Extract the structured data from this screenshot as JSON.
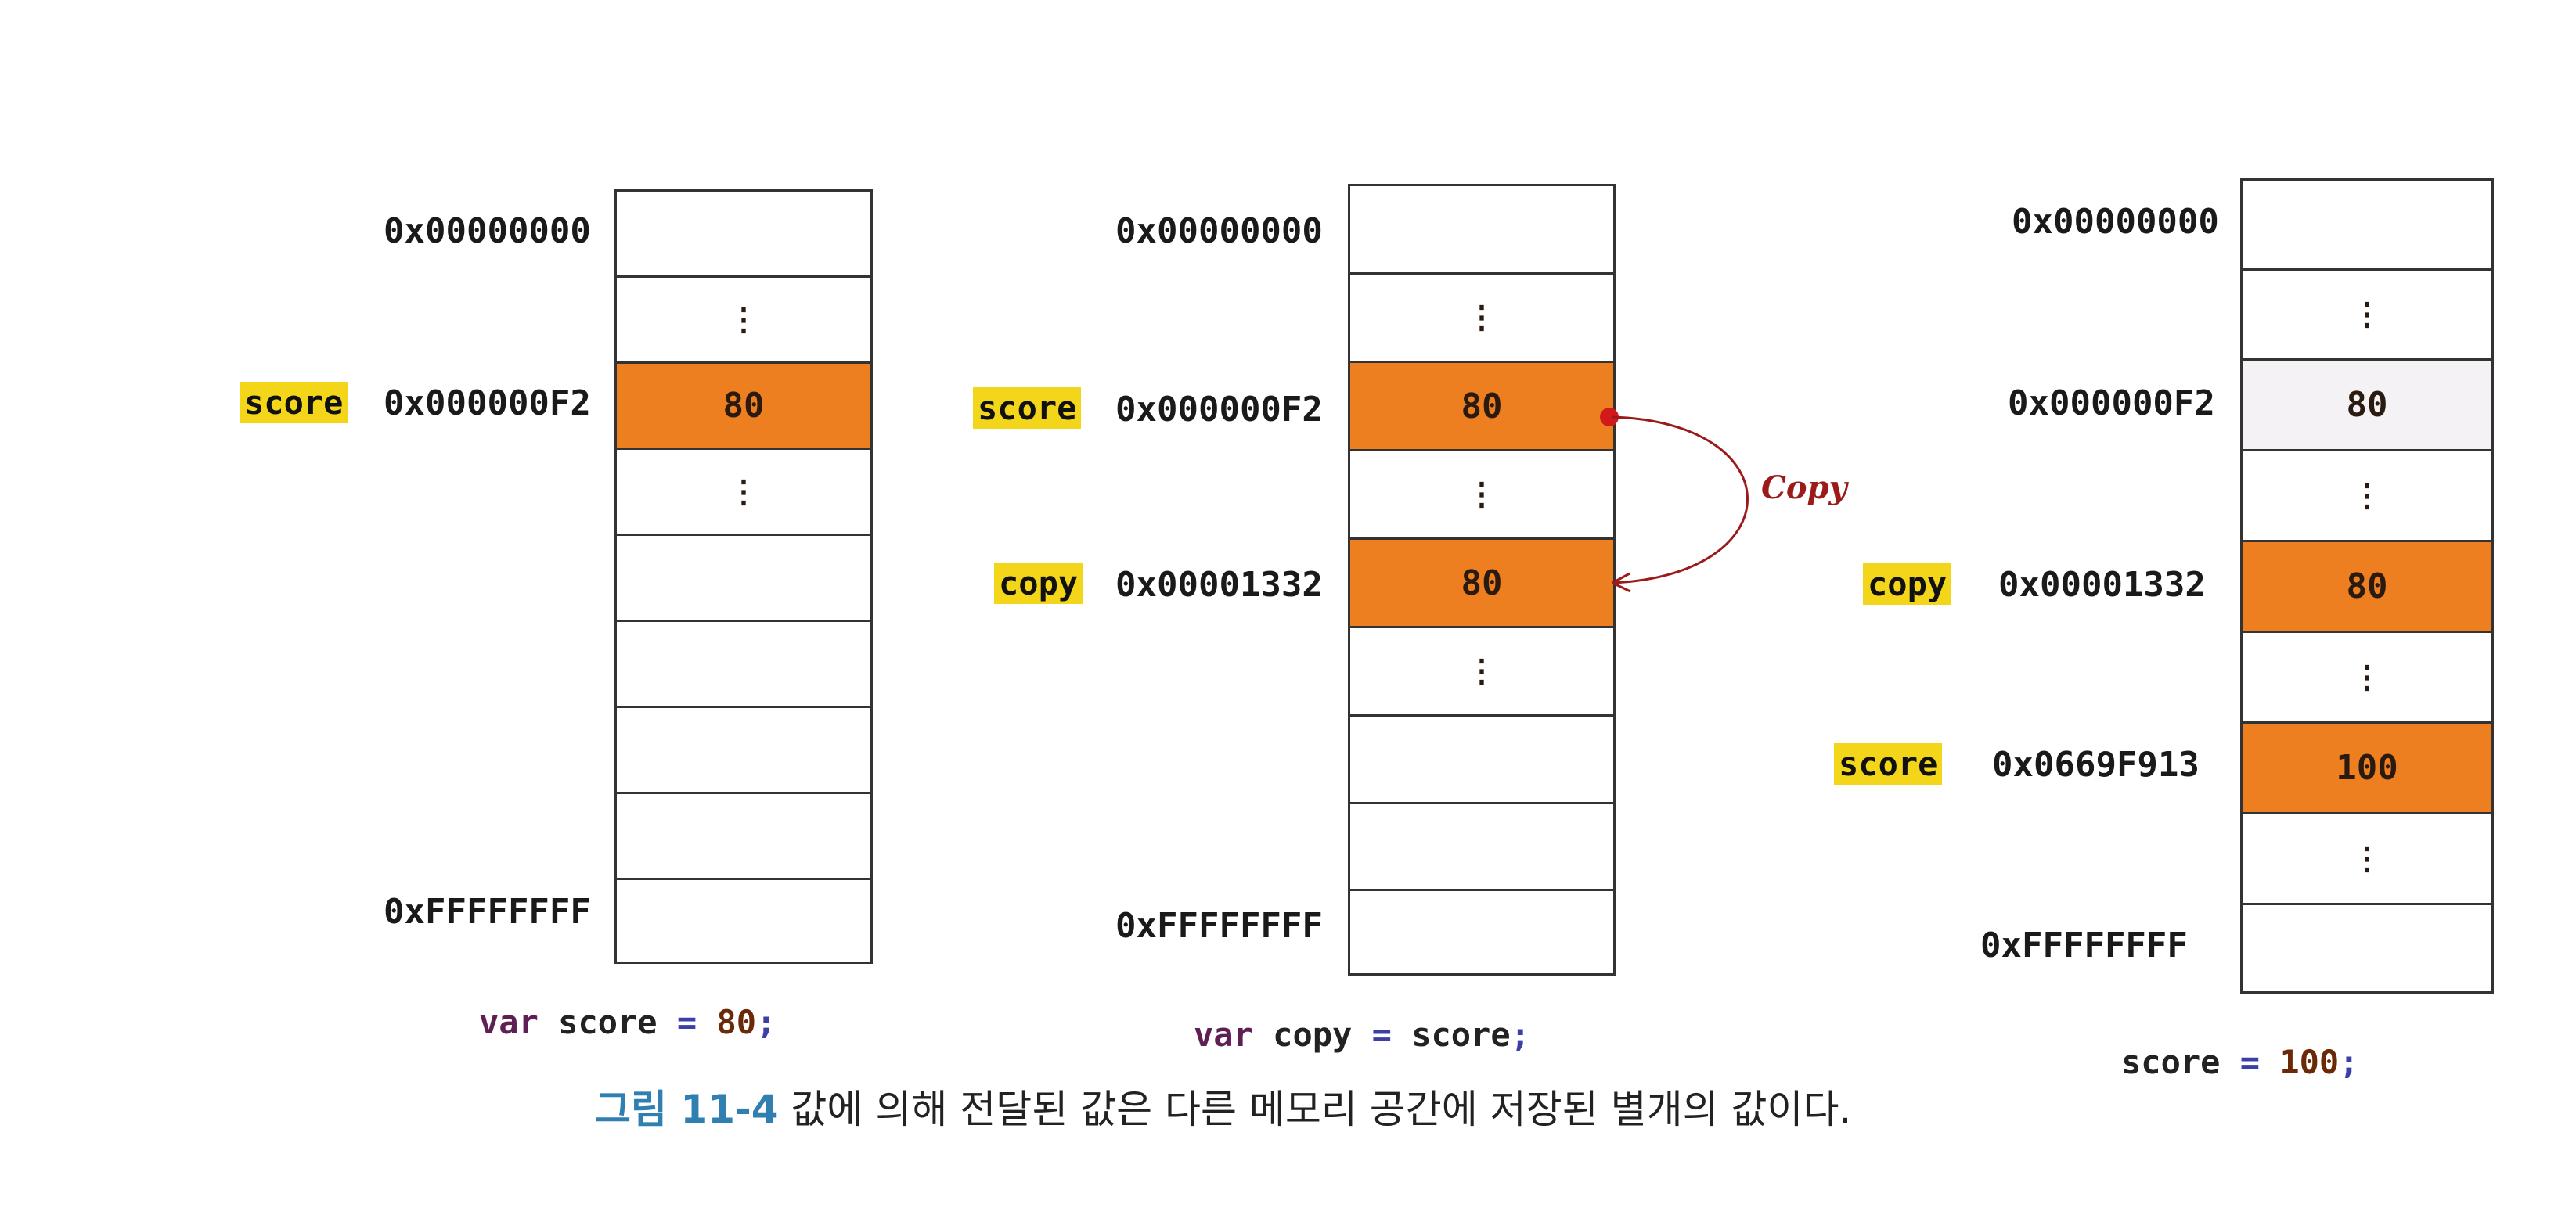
{
  "panel1": {
    "addr_top": "0x00000000",
    "addr_score": "0x000000F2",
    "addr_bottom": "0xFFFFFFFF",
    "var_score": "score",
    "cell_score": "80",
    "dots": "⋮",
    "code": {
      "kw": "var",
      "name": "score",
      "op": "=",
      "val": "80",
      "end": ";"
    }
  },
  "panel2": {
    "addr_top": "0x00000000",
    "addr_score": "0x000000F2",
    "addr_copy": "0x00001332",
    "addr_bottom": "0xFFFFFFFF",
    "var_score": "score",
    "var_copy": "copy",
    "cell_score": "80",
    "cell_copy": "80",
    "dots": "⋮",
    "copy_label": "Copy",
    "code": {
      "kw": "var",
      "name": "copy",
      "op": "=",
      "val": "score",
      "end": ";"
    }
  },
  "panel3": {
    "addr_top": "0x00000000",
    "addr_old": "0x000000F2",
    "addr_copy": "0x00001332",
    "addr_score": "0x0669F913",
    "addr_bottom": "0xFFFFFFFF",
    "var_copy": "copy",
    "var_score": "score",
    "cell_old": "80",
    "cell_copy": "80",
    "cell_score": "100",
    "dots": "⋮",
    "code": {
      "name": "score",
      "op": "=",
      "val": "100",
      "end": ";"
    }
  },
  "caption": {
    "figure": "그림 11-4",
    "text": " 값에 의해 전달된 값은 다른 메모리 공간에 저장된 별개의 값이다."
  },
  "colors": {
    "highlight": "#ee7f20",
    "label_bg": "#f3d51a",
    "arrow": "#9b1b1b"
  }
}
